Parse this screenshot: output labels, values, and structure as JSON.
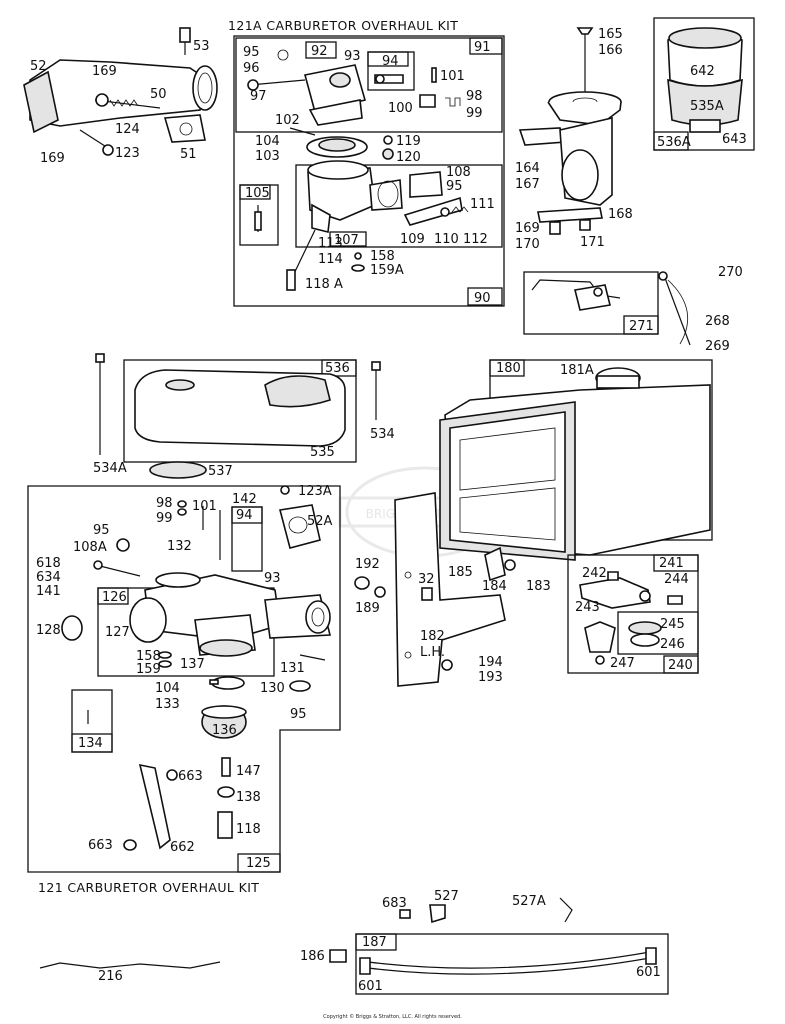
{
  "titles": {
    "kit_top": "121A CARBURETOR OVERHAUL KIT",
    "kit_bottom": "121 CARBURETOR OVERHAUL KIT"
  },
  "watermark": "BRIGGS&STRATTON",
  "copyright": "Copyright © Briggs & Stratton, LLC. All rights reserved.",
  "labels": {
    "n52": "52",
    "n169a": "169",
    "n50": "50",
    "n124": "124",
    "n169b": "169",
    "n123": "123",
    "n51": "51",
    "n53": "53",
    "n95a": "95",
    "n96": "96",
    "n97": "97",
    "n92": "92",
    "n93a": "93",
    "n91": "91",
    "n94a": "94",
    "n101a": "101",
    "n98a": "98",
    "n99a": "99",
    "n100": "100",
    "n102": "102",
    "n104a": "104",
    "n103": "103",
    "n119": "119",
    "n120": "120",
    "n108": "108",
    "n95b": "95",
    "n111": "111",
    "n105": "105",
    "n109": "109",
    "n110": "110",
    "n112": "112",
    "n107": "107",
    "n113": "113",
    "n114": "114",
    "n158a": "158",
    "n159Aa": "159A",
    "n118A": "118 A",
    "n90": "90",
    "n165": "165",
    "n166": "166",
    "n164": "164",
    "n167": "167",
    "n169c": "169",
    "n170": "170",
    "n171": "171",
    "n168": "168",
    "n642": "642",
    "n535A": "535A",
    "n536A": "536A",
    "n643": "643",
    "n270": "270",
    "n271": "271",
    "n268": "268",
    "n269": "269",
    "n536": "536",
    "n535": "535",
    "n534": "534",
    "n534A": "534A",
    "n537": "537",
    "n180": "180",
    "n181A": "181A",
    "n183": "183",
    "n184": "184",
    "n185": "185",
    "n98b": "98",
    "n99b": "99",
    "n101b": "101",
    "n142": "142",
    "n123A": "123A",
    "n52A": "52A",
    "n132": "132",
    "n95c": "95",
    "n108A": "108A",
    "n94b": "94",
    "n618": "618",
    "n634": "634",
    "n141": "141",
    "n93b": "93",
    "n126": "126",
    "n128": "128",
    "n127": "127",
    "n158b": "158",
    "n159b": "159",
    "n137": "137",
    "n131": "131",
    "n104b": "104",
    "n133": "133",
    "n130": "130",
    "n95d": "95",
    "n136": "136",
    "n134": "134",
    "n663a": "663",
    "n147": "147",
    "n138": "138",
    "n118": "118",
    "n663b": "663",
    "n662": "662",
    "n125": "125",
    "n192": "192",
    "n189": "189",
    "n32": "32",
    "n182": "182",
    "nLH": "L.H.",
    "n194": "194",
    "n193": "193",
    "n241": "241",
    "n242": "242",
    "n244": "244",
    "n243": "243",
    "n245": "245",
    "n246": "246",
    "n247": "247",
    "n240": "240",
    "n683": "683",
    "n527": "527",
    "n527A": "527A",
    "n187": "187",
    "n186": "186",
    "n601a": "601",
    "n601b": "601",
    "n216": "216"
  }
}
